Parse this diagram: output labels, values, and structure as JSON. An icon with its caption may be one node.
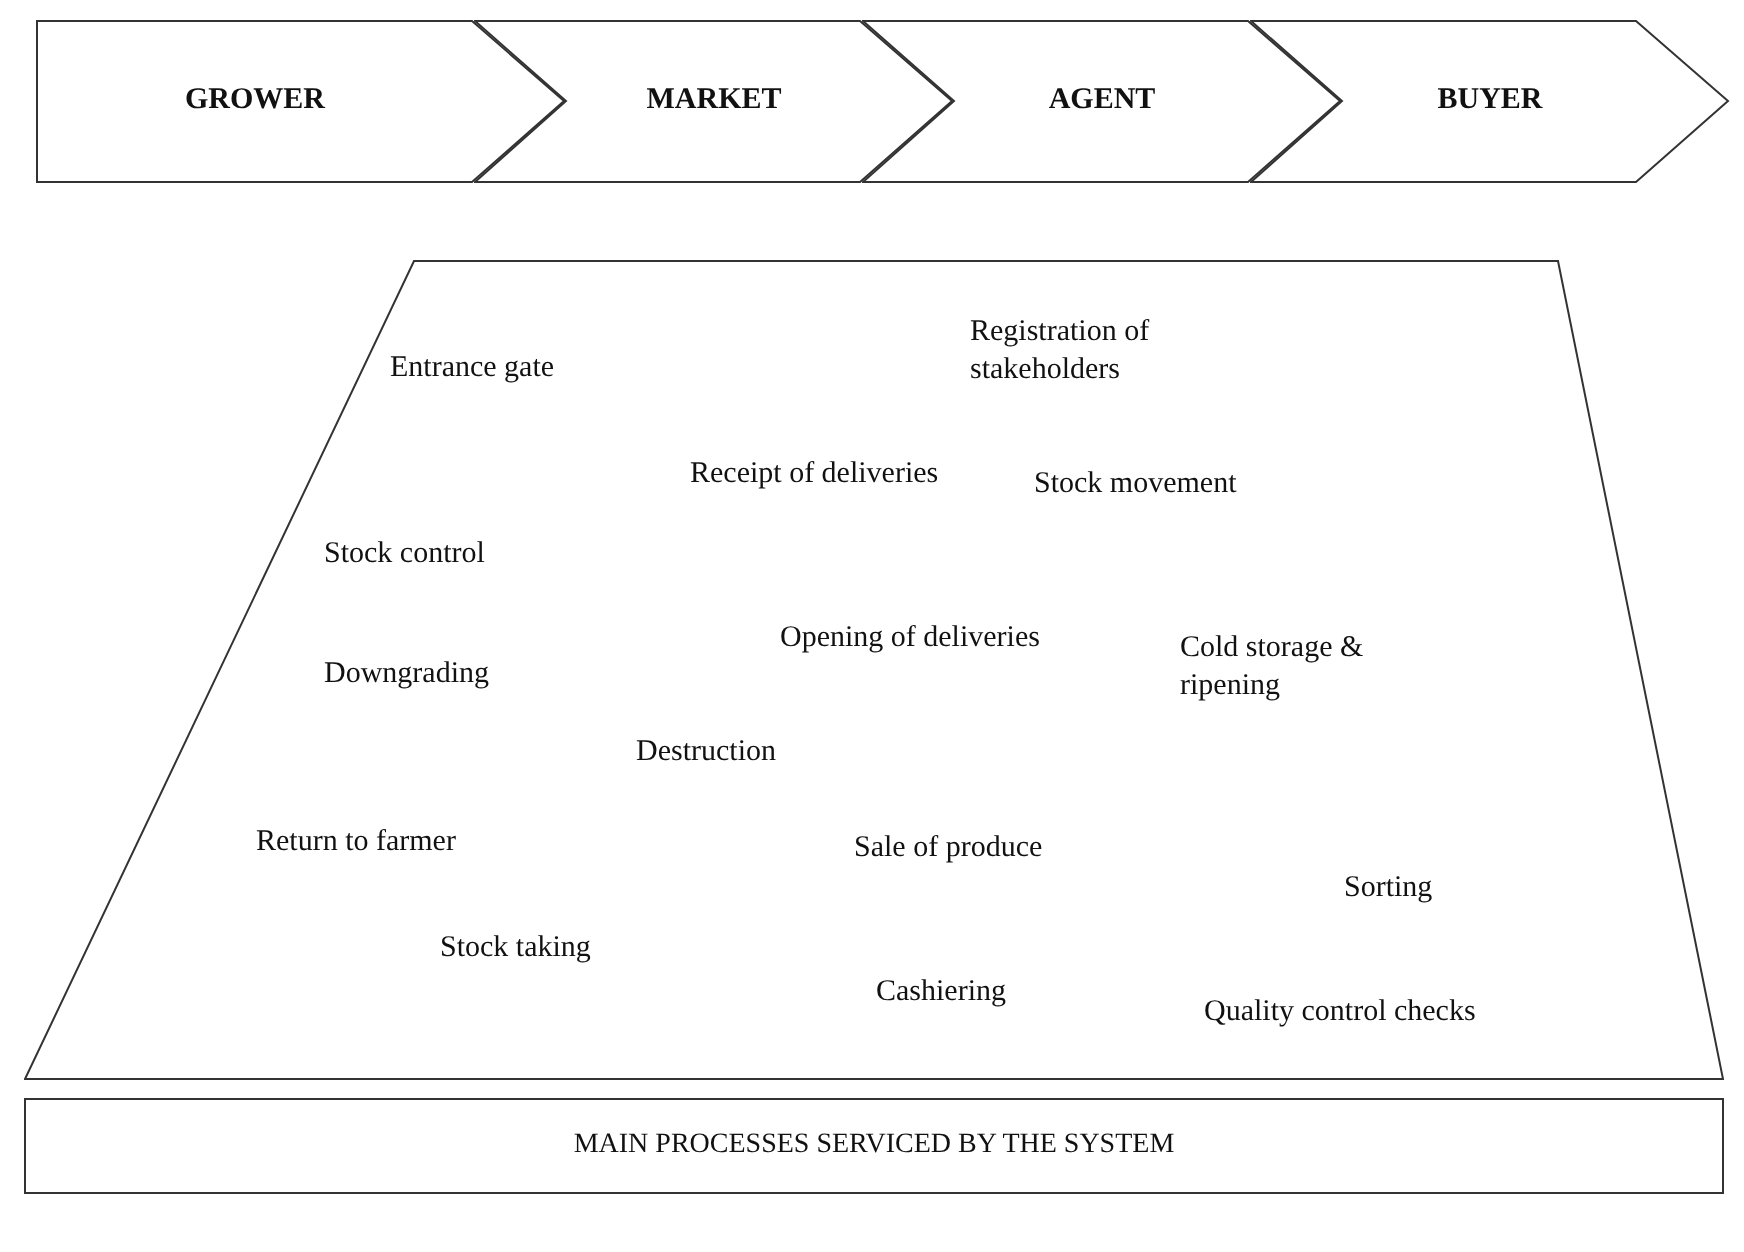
{
  "diagram": {
    "nodes": [
      {
        "text": [
          "GROWER"
        ]
      },
      {
        "text": [
          "MARKET"
        ]
      },
      {
        "text": [
          "AGENT"
        ]
      },
      {
        "text": [
          "BUYER"
        ]
      },
      {
        "text": [
          "Entrance gate",
          "Registration of stakeholders",
          "Receipt of deliveries",
          "Stock movement",
          "Stock control",
          "Downgrading",
          "Opening of deliveries",
          "Cold storage & ripening",
          "Destruction",
          "Return to farmer",
          "Sale of produce",
          "Sorting",
          "Stock taking",
          "Cashiering",
          "Quality control checks"
        ]
      },
      {
        "text": [
          "MAIN PROCESSES SERVICED BY THE SYSTEM"
        ]
      }
    ],
    "edges": []
  }
}
